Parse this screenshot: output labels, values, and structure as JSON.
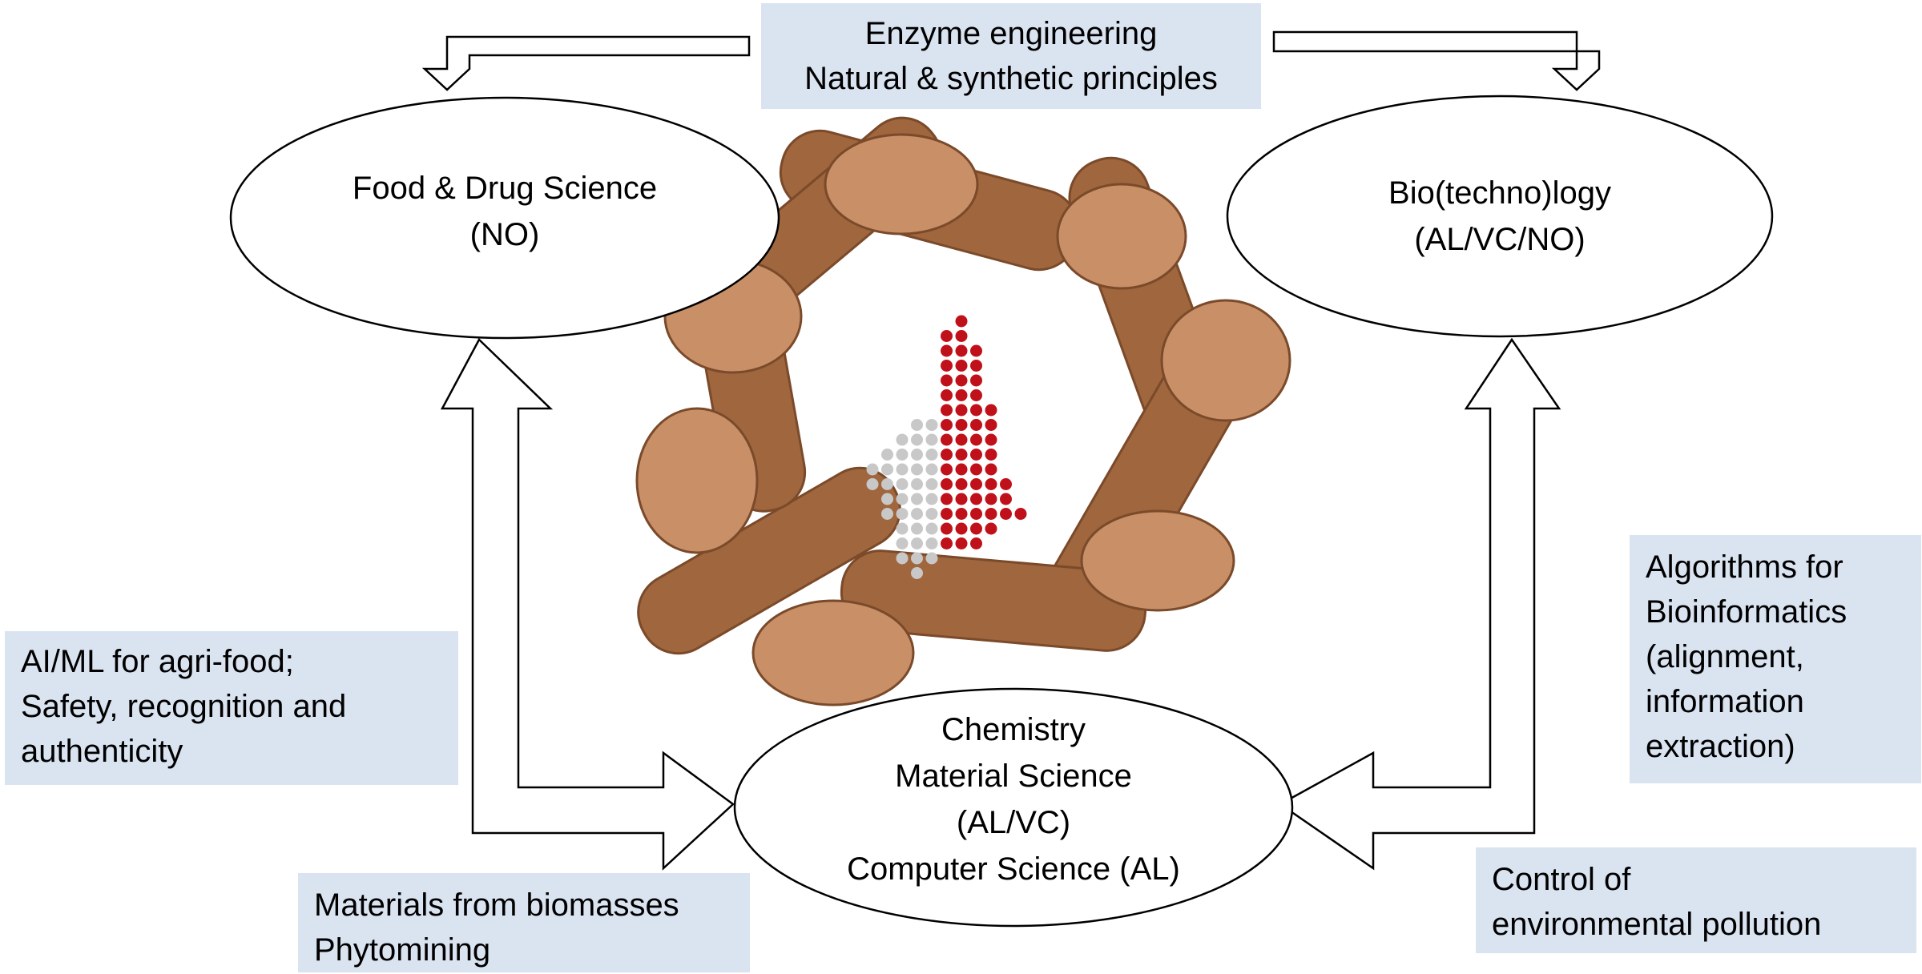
{
  "top_box": {
    "lines": [
      "Enzyme engineering",
      "Natural & synthetic principles"
    ]
  },
  "food_drug": {
    "lines": [
      "Food & Drug Science",
      "(NO)"
    ]
  },
  "biotech": {
    "lines": [
      "Bio(techno)logy",
      "(AL/VC/NO)"
    ]
  },
  "chemistry": {
    "lines": [
      "Chemistry",
      "Material Science",
      "(AL/VC)",
      "Computer Science (AL)"
    ]
  },
  "ai_ml_box": {
    "lines": [
      "AI/ML for agri-food;",
      "Safety, recognition and",
      "authenticity"
    ]
  },
  "materials_box": {
    "lines": [
      "Materials from biomasses",
      "Phytomining"
    ]
  },
  "algorithms_box": {
    "lines": [
      "Algorithms for",
      "Bioinformatics",
      "(alignment,",
      "information",
      "extraction)"
    ]
  },
  "pollution_box": {
    "lines": [
      "Control of",
      "environmental pollution"
    ]
  },
  "colors": {
    "box_fill": "#dae3f0",
    "logo_red": "#c0101a",
    "logo_gray": "#c8c8c8",
    "skin": "#a0663d",
    "skin_dark": "#7a4a2a",
    "skin_light": "#c99068",
    "outline": "#000000"
  },
  "icons": {
    "center_image": "joined-hands-circle-photo",
    "logo": "dot-matrix-region-logo"
  }
}
